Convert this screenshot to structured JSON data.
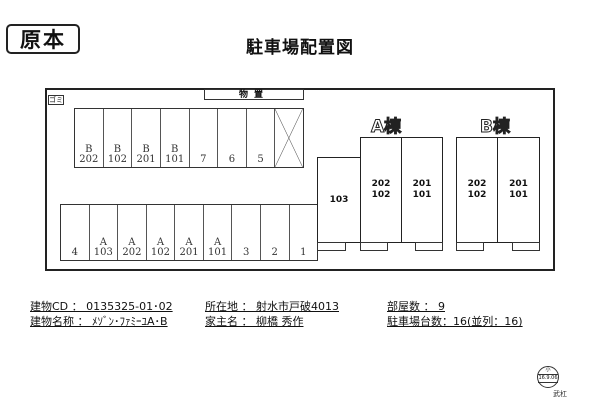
{
  "stamp_label": "原本",
  "title": "駐車場配置図",
  "map": {
    "trash_label": "ゴミ",
    "storage_label": "物置",
    "top_stalls": [
      {
        "label": "B\n202"
      },
      {
        "label": "B\n102"
      },
      {
        "label": "B\n201"
      },
      {
        "label": "B\n101"
      },
      {
        "label": "7"
      },
      {
        "label": "6"
      },
      {
        "label": "5"
      },
      {
        "label": "",
        "crossed": true
      }
    ],
    "bottom_stalls": [
      {
        "label": "4"
      },
      {
        "label": "A\n103"
      },
      {
        "label": "A\n202"
      },
      {
        "label": "A\n102"
      },
      {
        "label": "A\n201"
      },
      {
        "label": "A\n101"
      },
      {
        "label": "3"
      },
      {
        "label": "2"
      },
      {
        "label": "1"
      }
    ],
    "building_a": {
      "name": "A棟",
      "units": [
        "103",
        "202\n102",
        "201\n101"
      ]
    },
    "building_b": {
      "name": "B棟",
      "units": [
        "202\n102",
        "201\n101"
      ]
    }
  },
  "info": {
    "building_cd": "建物CD ： 0135325-01･02",
    "building_name": "建物名称 ： ﾒｿﾞﾝ･ﾌｧﾐｰﾕA･B",
    "location": "所在地 ： 射水市戸破4013",
    "owner": "家主名 ： 柳橋 秀作",
    "rooms": "部屋数 ： 9",
    "parking_count": "駐車場台数：16(並列：16)"
  },
  "date_stamp": {
    "top": "小",
    "date": "16.9.06",
    "bottom": "",
    "signature": "武杠"
  }
}
